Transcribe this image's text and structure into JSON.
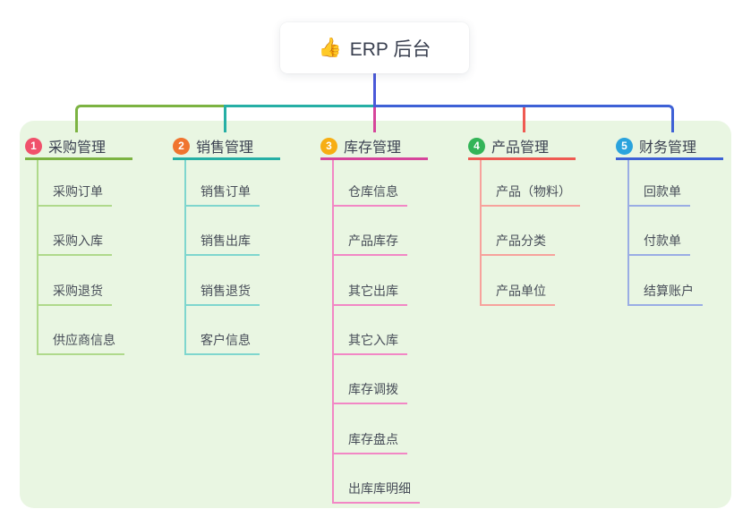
{
  "root": {
    "label": "ERP 后台",
    "icon": "thumbs-up-icon",
    "emoji": "👍"
  },
  "branches": [
    {
      "number": "1",
      "label": "采购管理",
      "badge_color": "#F0516B",
      "line_color": "#7CB342",
      "child_line_color": "#AFD98B",
      "children": [
        "采购订单",
        "采购入库",
        "采购退货",
        "供应商信息"
      ]
    },
    {
      "number": "2",
      "label": "销售管理",
      "badge_color": "#F0742F",
      "line_color": "#26AFA5",
      "child_line_color": "#7FD6CE",
      "children": [
        "销售订单",
        "销售出库",
        "销售退货",
        "客户信息"
      ]
    },
    {
      "number": "3",
      "label": "库存管理",
      "badge_color": "#F7AE13",
      "line_color": "#D6459B",
      "child_line_color": "#F287C5",
      "children": [
        "仓库信息",
        "产品库存",
        "其它出库",
        "其它入库",
        "库存调拨",
        "库存盘点",
        "出库库明细"
      ]
    },
    {
      "number": "4",
      "label": "产品管理",
      "badge_color": "#33B457",
      "line_color": "#EF5A52",
      "child_line_color": "#F7A29C",
      "children": [
        "产品（物料）",
        "产品分类",
        "产品单位"
      ]
    },
    {
      "number": "5",
      "label": "财务管理",
      "badge_color": "#2AA3DD",
      "line_color": "#3E61D6",
      "child_line_color": "#9AADE4",
      "children": [
        "回款单",
        "付款单",
        "结算账户"
      ]
    }
  ],
  "colors": {
    "panel_background": "#E9F6E2",
    "root_connector": "#4A59D9",
    "card_background": "#FFFFFF",
    "title_text": "#3A4050",
    "child_text": "#474D58"
  }
}
